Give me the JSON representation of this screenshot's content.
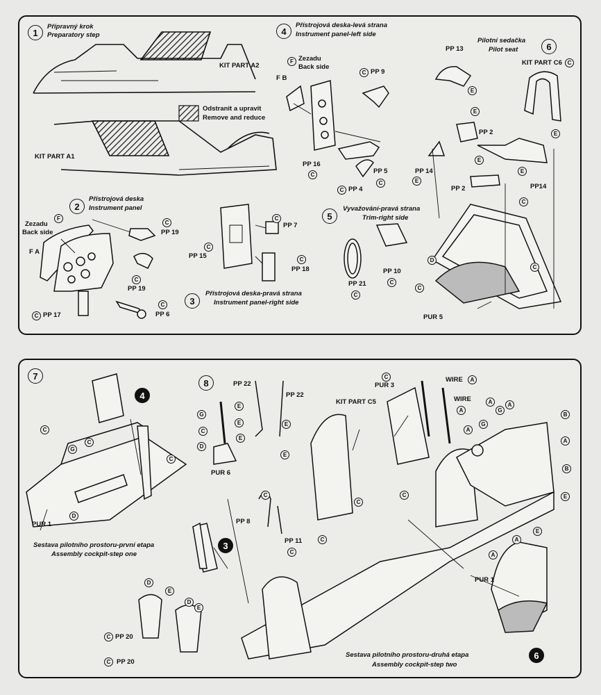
{
  "steps": {
    "s1": {
      "num": "1",
      "cz": "Přípravný krok",
      "en": "Preparatory step"
    },
    "s2": {
      "num": "2",
      "cz": "Přístrojová deska",
      "en": "Instrument panel"
    },
    "s3": {
      "num": "3",
      "cz": "Přístrojová deska-pravá strana",
      "en": "Instrument panel-right side"
    },
    "s4": {
      "num": "4",
      "cz": "Přístrojová deska-levá strana",
      "en": "Instrument panel-left side"
    },
    "s5": {
      "num": "5",
      "cz": "Vyvažování-pravá strana",
      "en": "Trim-right side"
    },
    "s6": {
      "num": "6",
      "cz": "Pilotní sedačka",
      "en": "Pilot seat"
    },
    "s7": {
      "num": "7",
      "cz": "Sestava pilotního prostoru-první etapa",
      "en": "Assembly cockpit-step one"
    },
    "s8": {
      "num": "8",
      "cz": "Sestava pilotního prostoru-druhá etapa",
      "en": "Assembly cockpit-step two"
    }
  },
  "callouts": {
    "ref3": "3",
    "ref4": "4",
    "ref6": "6"
  },
  "labels": {
    "kit_a2": "KIT PART A2",
    "kit_a1": "KIT PART A1",
    "kit_c5": "KIT PART C5",
    "kit_c6": "KIT PART C6",
    "remove_cz": "Odstranit a upravit",
    "remove_en": "Remove and reduce",
    "back_cz": "Zezadu",
    "back_en": "Back side",
    "fa": "F A",
    "fb": "F B",
    "pp4": "PP 4",
    "pp5": "PP 5",
    "pp6": "PP 6",
    "pp7": "PP 7",
    "pp8": "PP 8",
    "pp9": "PP 9",
    "pp10": "PP 10",
    "pp11": "PP 11",
    "pp2": "PP 2",
    "pp2b": "PP 2",
    "pp13": "PP 13",
    "pp14": "PP 14",
    "pp14b": "PP14",
    "pp15": "PP 15",
    "pp16": "PP 16",
    "pp17": "PP 17",
    "pp18": "PP 18",
    "pp19": "PP 19",
    "pp19b": "PP 19",
    "pp20": "PP 20",
    "pp20b": "PP 20",
    "pp21": "PP 21",
    "pp22": "PP 22",
    "pp22b": "PP 22",
    "pur1": "PUR 1",
    "pur1b": "PUR 1",
    "pur3": "PUR 3",
    "pur5": "PUR 5",
    "pur6": "PUR 6",
    "wire": "WIRE",
    "wire2": "WIRE"
  },
  "letters": {
    "c": "C",
    "d": "D",
    "e": "E",
    "f": "F",
    "g": "G",
    "a": "A",
    "b": "B"
  }
}
